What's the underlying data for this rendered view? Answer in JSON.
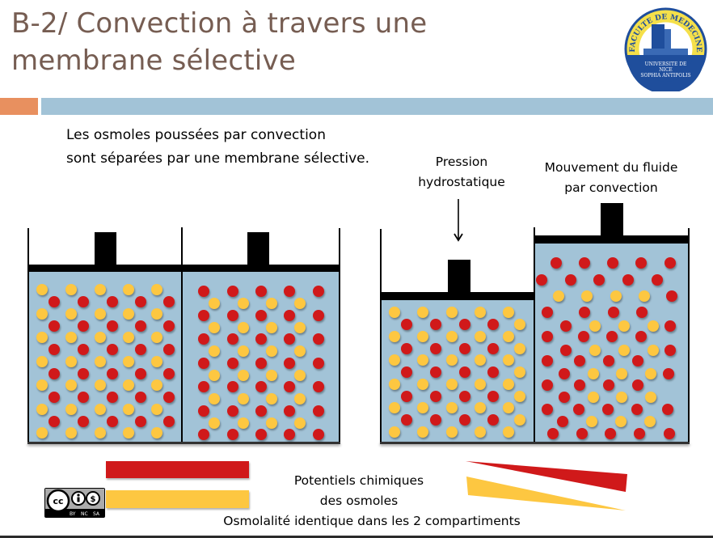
{
  "slide": {
    "title_line1": "B-2/ Convection à travers une",
    "title_line2": "membrane sélective",
    "intro_line1": "Les osmoles poussées par convection",
    "intro_line2": "sont séparées par une membrane sélective.",
    "label_pressure_line1": "Pression",
    "label_pressure_line2": "hydrostatique",
    "label_movement_line1": "Mouvement du fluide",
    "label_movement_line2": "par convection",
    "legend_line1": "Potentiels chimiques",
    "legend_line2": "des osmoles",
    "bottom_caption": "Osmolalité identique dans les 2 compartiments"
  },
  "logo": {
    "top_text": "FACULTE DE MEDECINE",
    "bottom_line1": "UNIVERSITE DE",
    "bottom_line2": "NICE",
    "bottom_line3": "SOPHIA ANTIPOLIS"
  },
  "license": {
    "badge": "cc",
    "terms": [
      "BY",
      "NC",
      "SA"
    ]
  },
  "colors": {
    "red_osmole": "#d0191a",
    "yellow_osmole": "#fdc741",
    "liquid": "#a2c3d7",
    "title": "#765d52",
    "accent_orange": "#e8905f",
    "accent_blue": "#a2c3d7"
  },
  "icons": {
    "arrow": "arrow-down-icon",
    "logo": "faculty-logo-icon",
    "license": "creative-commons-icon"
  }
}
